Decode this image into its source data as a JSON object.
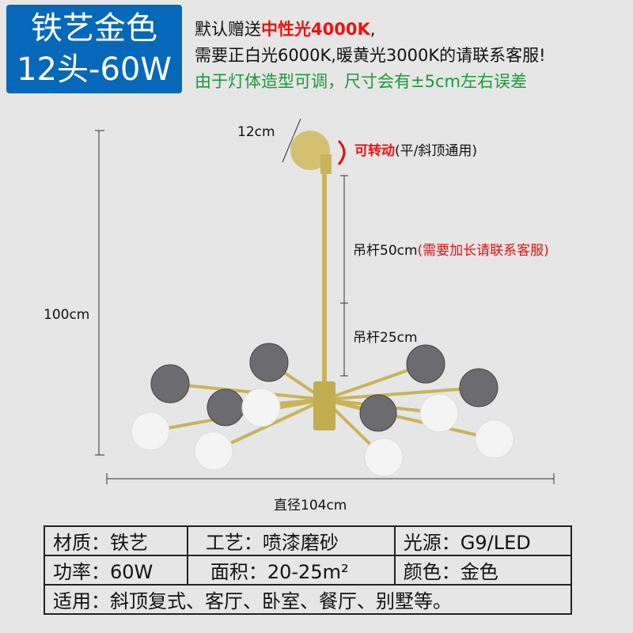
{
  "badge": {
    "line1": "铁艺金色",
    "line2": "12头-60W"
  },
  "notes": {
    "line1_prefix": "默认赠送",
    "line1_highlight": "中性光4000K",
    "line1_suffix": ",",
    "line2": "需要正白光6000K,暖黄光3000K的请联系客服!",
    "line3": "由于灯体造型可调，尺寸会有±5cm左右误差"
  },
  "dimensions": {
    "canopy": "12cm",
    "rotate_highlight": "可转动",
    "rotate_note": "(平/斜顶通用)",
    "rod1_label": "吊杆50cm",
    "rod1_note": "(需要加长请联系客服)",
    "rod2_label": "吊杆25cm",
    "height": "100cm",
    "diameter": "直径104cm"
  },
  "specs": {
    "rows": [
      [
        "材质：铁艺",
        "工艺：喷漆磨砂",
        "光源：G9/LED"
      ],
      [
        "功率：60W",
        "面积：20-25m²",
        "颜色：金色"
      ]
    ],
    "usage": "适用：斜顶复式、客厅、卧室、餐厅、别墅等。"
  },
  "colors": {
    "badge": "#0668b8",
    "highlight": "#f01010",
    "warning": "#1a9a3a",
    "gold": "#c9b45a"
  }
}
